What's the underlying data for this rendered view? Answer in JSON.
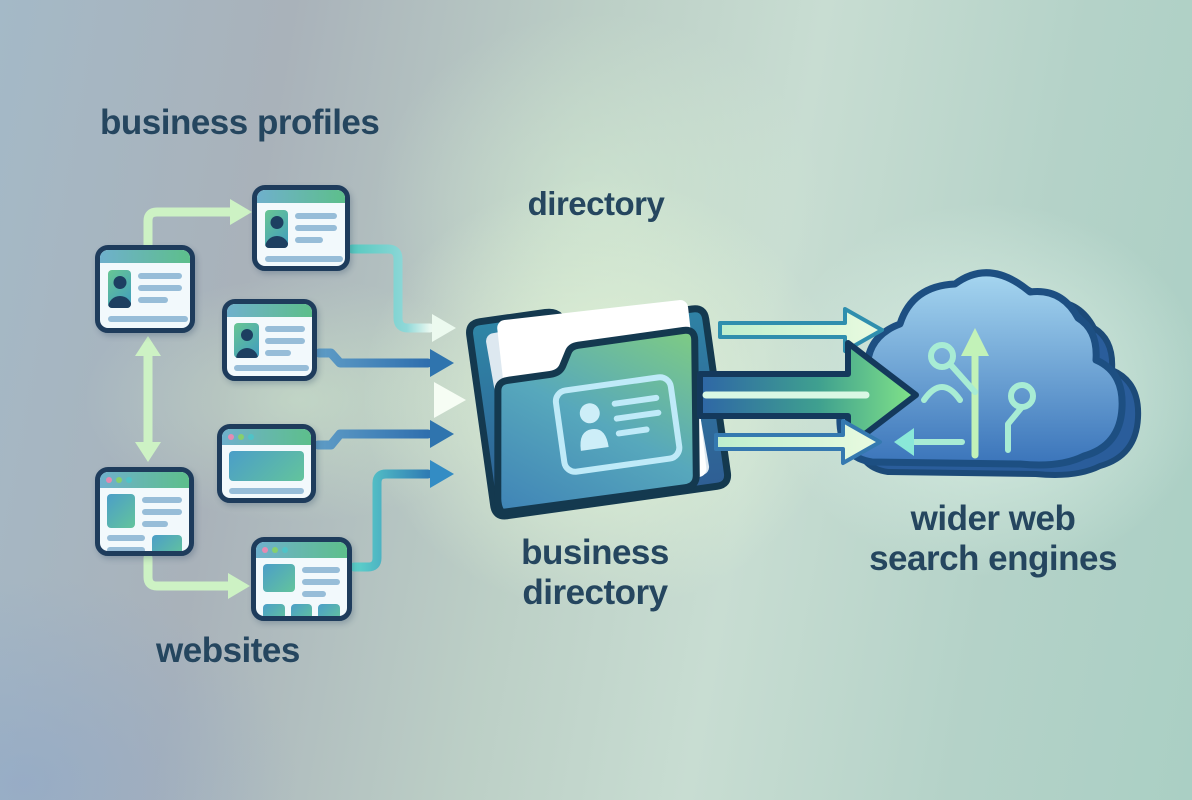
{
  "labels": {
    "business_profiles": "business profiles",
    "directory": "directory",
    "business_directory_line1": "business",
    "business_directory_line2": "directory",
    "websites": "websites",
    "search_engines_line1": "wider web",
    "search_engines_line2": "search engines"
  },
  "icons": {
    "profile_cards": "profile-card-icon (id card with avatar and text lines)",
    "website_cards": "browser-window-icon (traffic-light dots and content blocks)",
    "folder": "business-directory-folder-icon (folder with papers and id-card)",
    "cloud": "cloud-circuit-icon (cloud with circuit arrows and nodes)",
    "arrows": "flow-arrow-icon"
  },
  "colors": {
    "text_navy": "#25465f",
    "card_border": "#1e3c5c",
    "header_gradient_start": "#6fb0cc",
    "header_gradient_end": "#5dbf8b",
    "light_green_arrow": "#cdf2c4",
    "blue_arrow": "#2f74ae",
    "teal_line": "#5ed3cb",
    "big_arrow_green": "#82e488",
    "big_arrow_blue": "#2e66a6",
    "folder_front_green": "#7fcc82",
    "folder_front_blue": "#3f83b6",
    "cloud_blue_light": "#a6d6f0",
    "cloud_blue_dark": "#3a74ba",
    "circuit_light": "#a8ecd4"
  }
}
